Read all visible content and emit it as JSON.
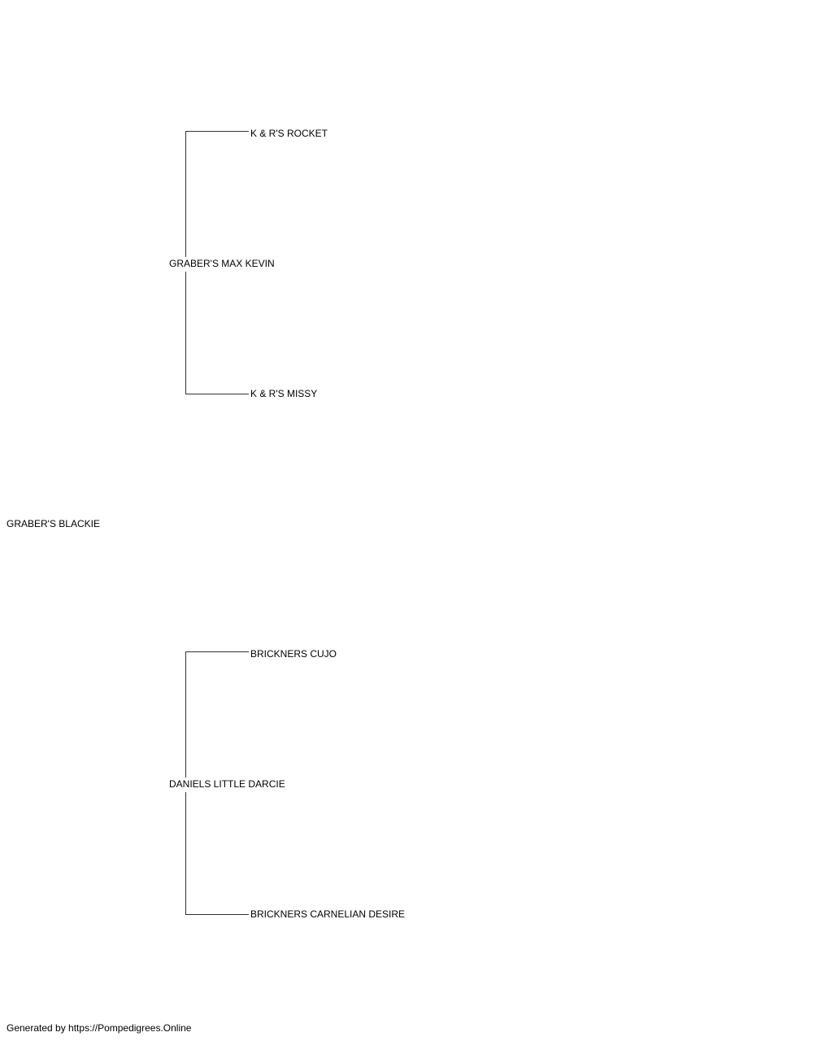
{
  "pedigree": {
    "subject": "GRABER'S BLACKIE",
    "sire": {
      "name": "GRABER'S MAX KEVIN",
      "sire": "K & R'S ROCKET",
      "dam": "K & R'S MISSY"
    },
    "dam": {
      "name": "DANIELS LITTLE DARCIE",
      "sire": "BRICKNERS CUJO",
      "dam": "BRICKNERS CARNELIAN DESIRE"
    }
  },
  "footer": {
    "text": "Generated by https://Pompedigrees.Online"
  },
  "colors": {
    "line": "#333333",
    "text": "#000000",
    "background": "#ffffff"
  }
}
